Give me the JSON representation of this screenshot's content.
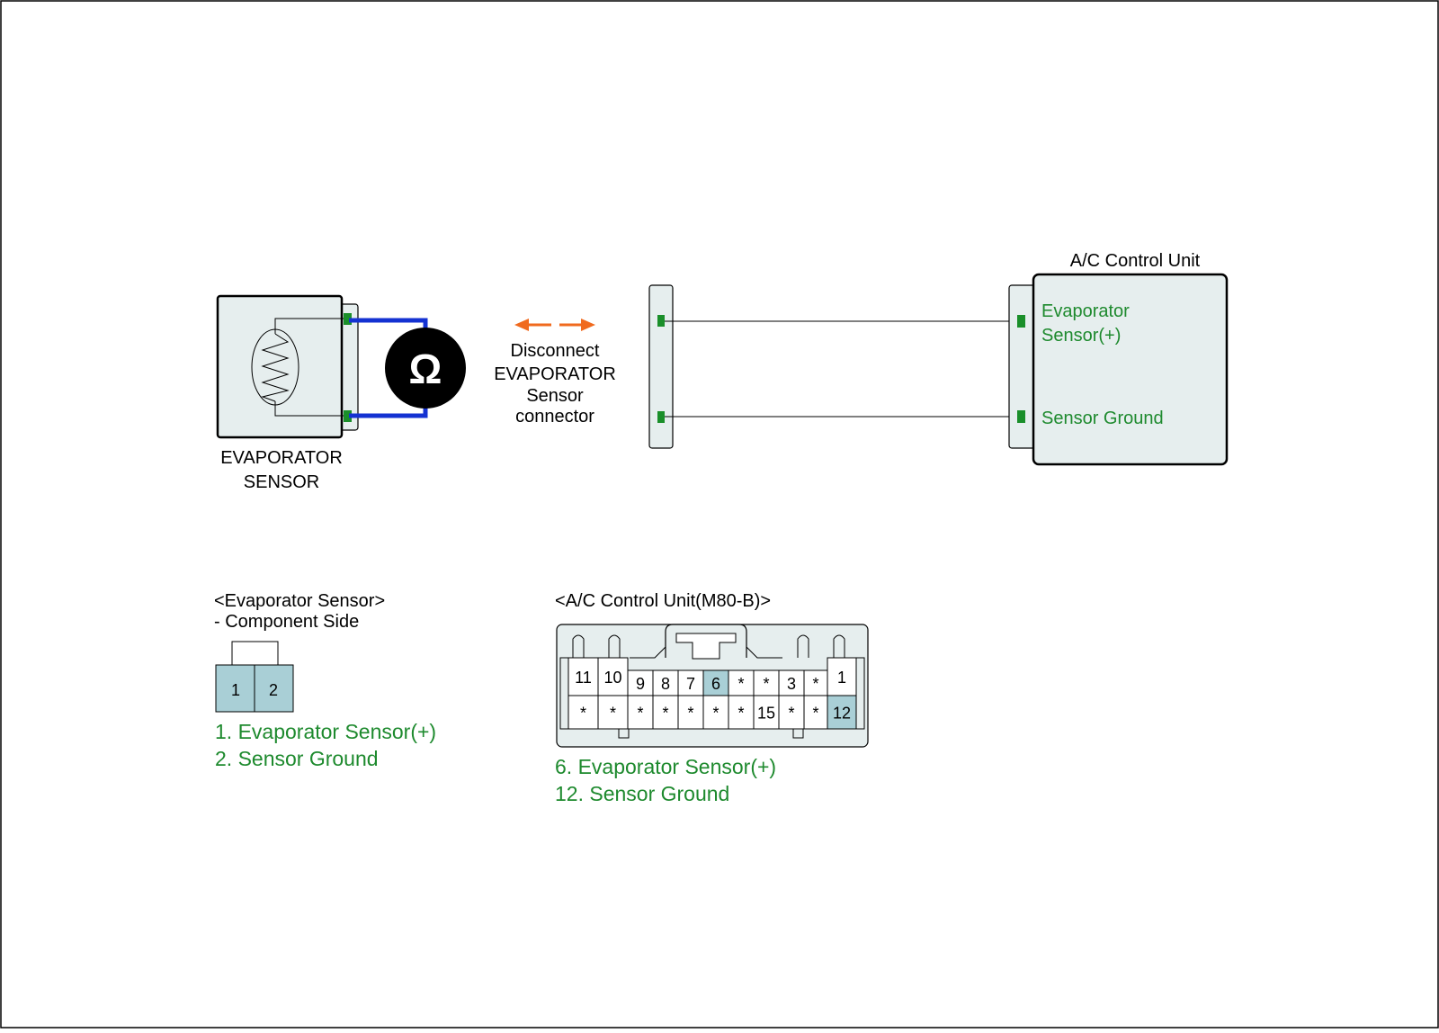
{
  "colors": {
    "box_fill": "#e6eeee",
    "pin_highlight": "#a9cfd6",
    "green_text": "#1e8a2e",
    "green_terminal": "#1a8f2a",
    "test_lead": "#1432d2",
    "arrow": "#f06a1e"
  },
  "icons": {
    "meter": "ohm-meter-icon",
    "resistor": "resistor-symbol",
    "arrows": "disconnect-arrows-icon"
  },
  "sensor": {
    "label_line1": "EVAPORATOR",
    "label_line2": "SENSOR"
  },
  "meter": {
    "symbol": "Ω"
  },
  "disconnect": {
    "line1": "Disconnect",
    "line2": "EVAPORATOR",
    "line3": "Sensor",
    "line4": "connector"
  },
  "acu": {
    "title": "A/C Control Unit",
    "pin_plus_line1": "Evaporator",
    "pin_plus_line2": "Sensor(+)",
    "pin_ground": "Sensor Ground"
  },
  "sensor_connector": {
    "title": "<Evaporator Sensor>",
    "subtitle": "- Component Side",
    "pins": [
      "1",
      "2"
    ],
    "legend": [
      "1. Evaporator Sensor(+)",
      "2. Sensor Ground"
    ]
  },
  "acu_connector": {
    "title": "<A/C Control Unit(M80-B)>",
    "top_row": [
      "11",
      "10",
      "9",
      "8",
      "7",
      "6",
      "*",
      "*",
      "3",
      "*",
      "1"
    ],
    "bottom_row": [
      "*",
      "*",
      "*",
      "*",
      "*",
      "*",
      "*",
      "15",
      "*",
      "*",
      "12"
    ],
    "highlighted": [
      "6",
      "12"
    ],
    "legend": [
      "6. Evaporator Sensor(+)",
      "12. Sensor Ground"
    ]
  }
}
